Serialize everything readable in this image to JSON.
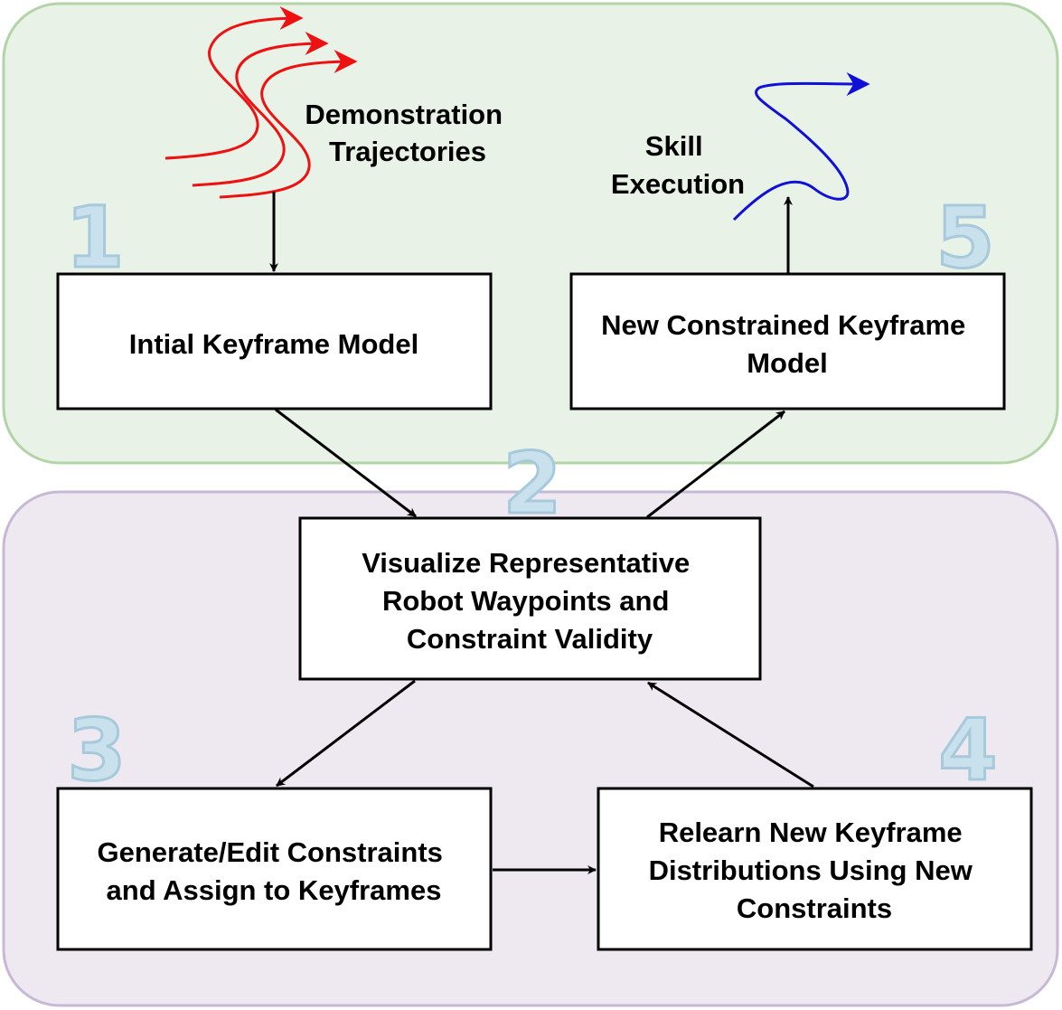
{
  "colors": {
    "top_panel_fill": "#e8f2e6",
    "top_panel_stroke": "#b2d4a6",
    "bottom_panel_fill": "#eee8f1",
    "bottom_panel_stroke": "#c7b9d6",
    "step_number_fill": "#c9e1ec",
    "step_number_stroke": "#a6cadb",
    "demo_trajectory": "#ee1111",
    "execution_trajectory": "#1010d8",
    "arrow": "#000000"
  },
  "labels": {
    "demonstration": [
      "Demonstration",
      "Trajectories"
    ],
    "skill_execution": [
      "Skill",
      "Execution"
    ]
  },
  "steps": {
    "s1": "1",
    "s2": "2",
    "s3": "3",
    "s4": "4",
    "s5": "5"
  },
  "boxes": {
    "initial": [
      "Intial Keyframe Model"
    ],
    "constrained": [
      "New Constrained Keyframe",
      "Model"
    ],
    "visualize": [
      "Visualize Representative",
      "Robot Waypoints and",
      "Constraint Validity"
    ],
    "generate": [
      "Generate/Edit Constraints",
      "and Assign to Keyframes"
    ],
    "relearn": [
      "Relearn New Keyframe",
      "Distributions Using New",
      "Constraints"
    ]
  }
}
